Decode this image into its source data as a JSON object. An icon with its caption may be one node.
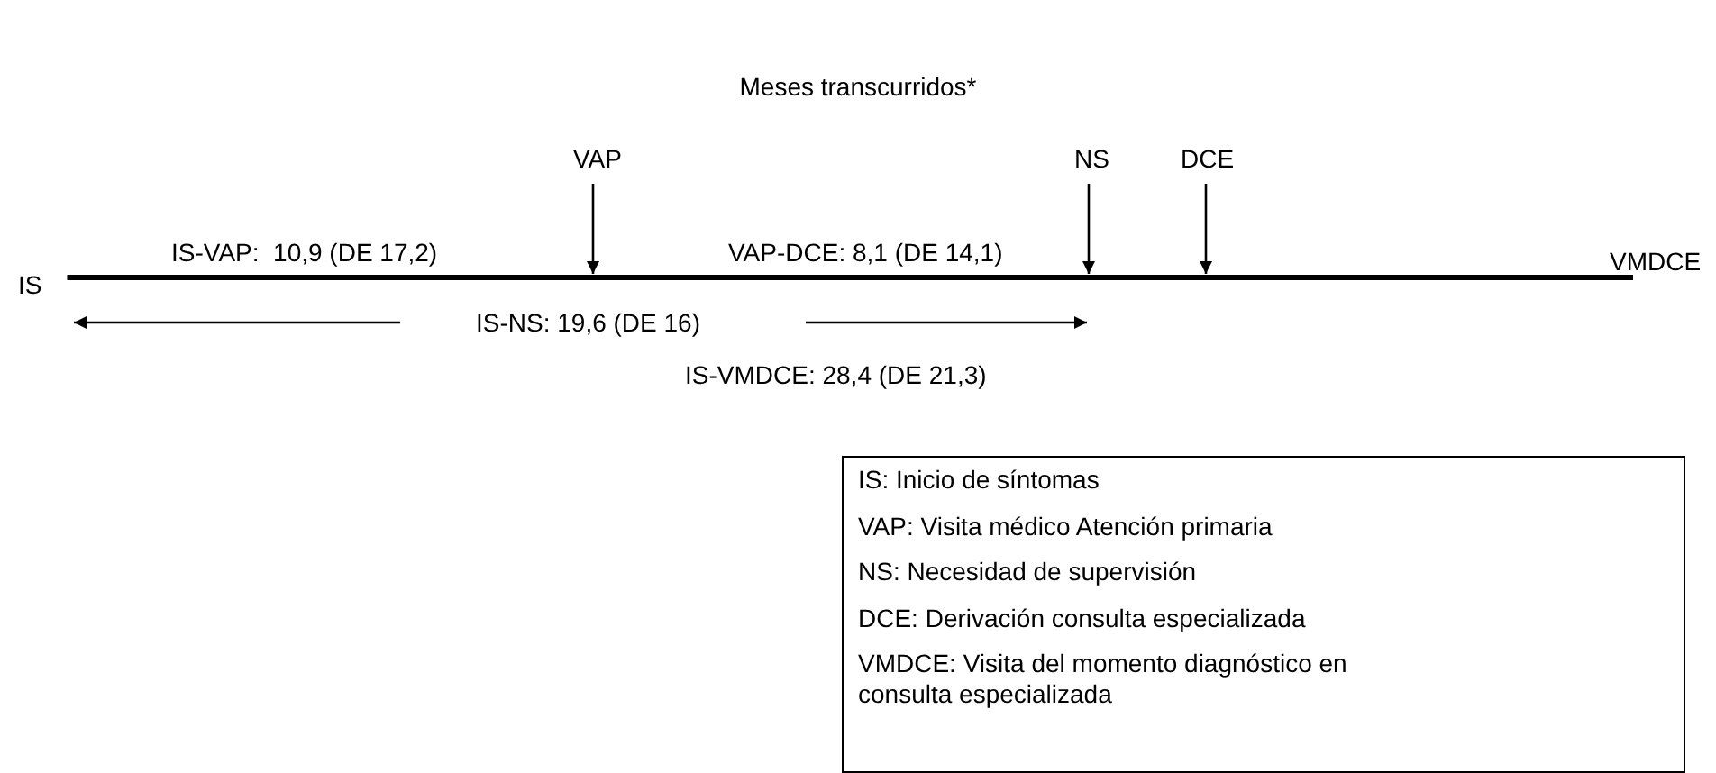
{
  "diagram": {
    "title": "Meses transcurridos*",
    "nodes": [
      {
        "text": [
          "IS"
        ]
      },
      {
        "text": [
          "VMDCE"
        ]
      },
      {
        "text": [
          "VAP"
        ]
      },
      {
        "text": [
          "NS"
        ]
      },
      {
        "text": [
          "DCE"
        ]
      },
      {
        "text": [
          "IS: Inicio de síntomas",
          "VAP: Visita médico Atención primaria",
          "NS: Necesidad de supervisión",
          "DCE: Derivación consulta especializada",
          "VMDCE: Visita del momento diagnóstico en consulta especializada"
        ]
      }
    ],
    "edges": [
      {
        "from": 0,
        "to": 1,
        "arrow": "none",
        "style": "thick"
      },
      {
        "from": 2,
        "to": null,
        "arrow": "to"
      },
      {
        "from": 3,
        "to": null,
        "arrow": "to"
      },
      {
        "from": 4,
        "to": null,
        "arrow": "to"
      }
    ],
    "labels": [
      "IS-VAP:  10,9 (DE 17,2)",
      "VAP-DCE: 8,1 (DE 14,1)",
      "IS-NS: 19,6 (DE 16)",
      "IS-VMDCE: 28,4 (DE 21,3)"
    ]
  }
}
